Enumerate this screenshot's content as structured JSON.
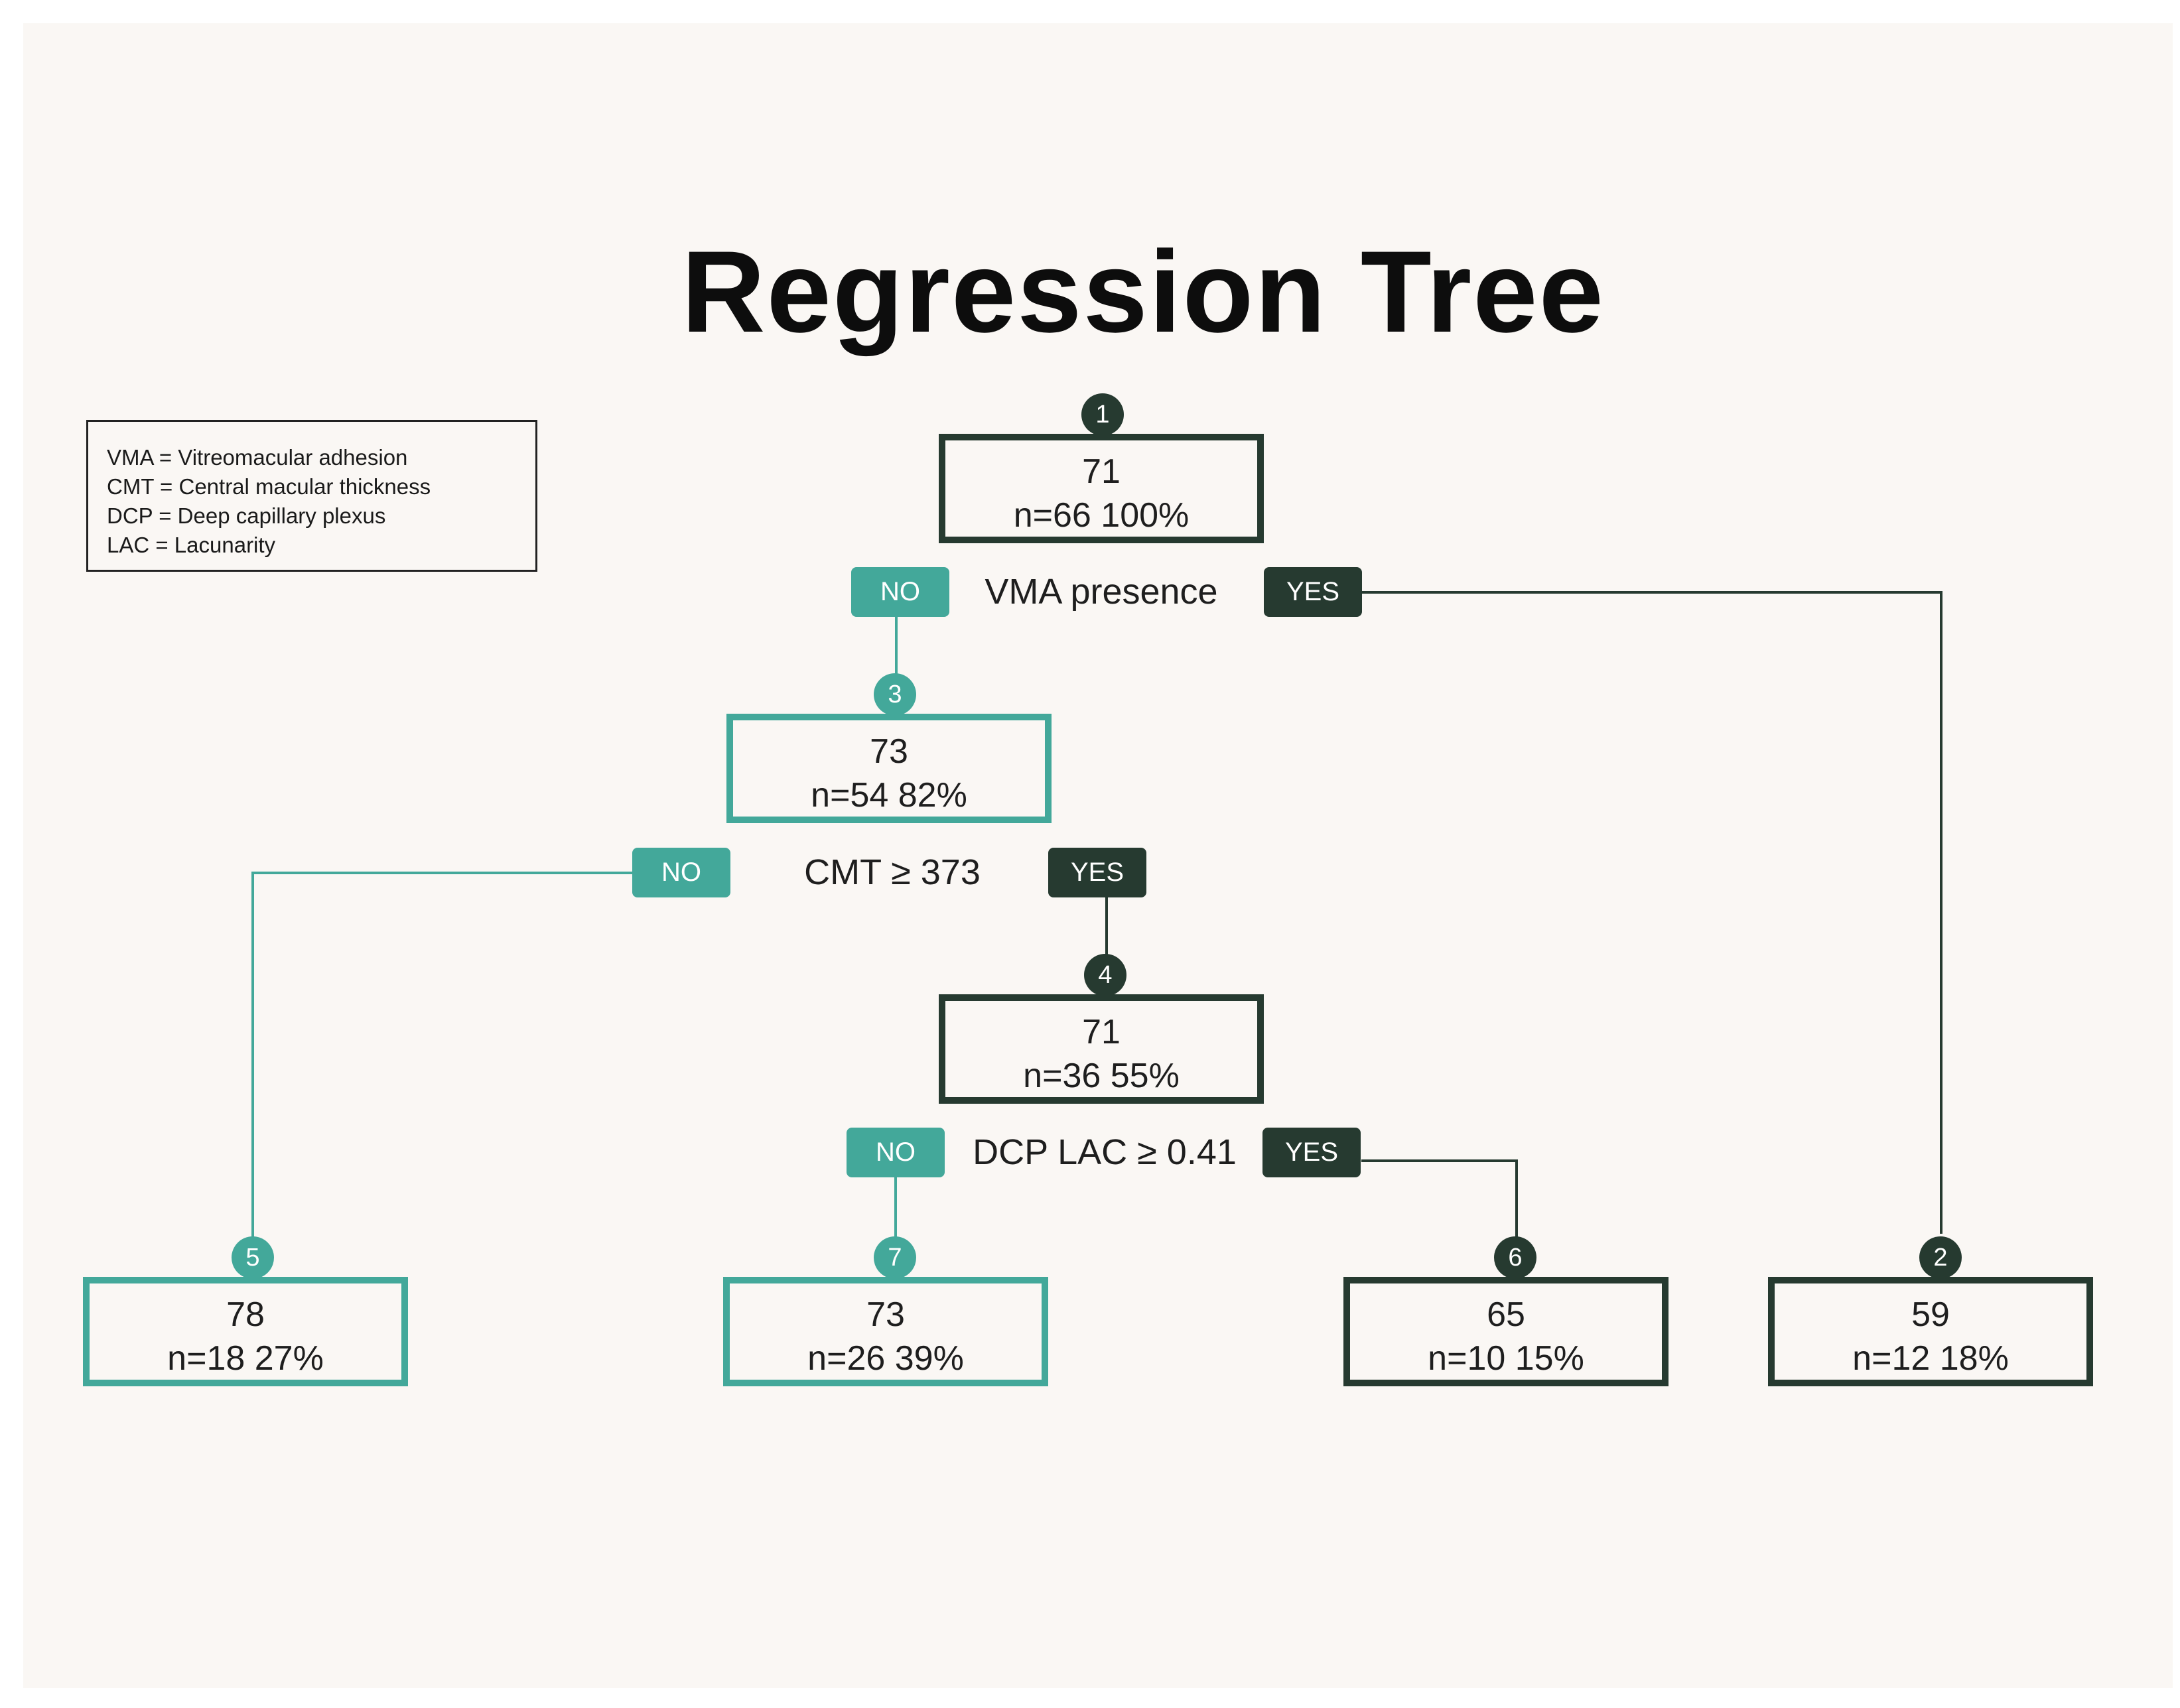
{
  "title": "Regression Tree",
  "legend": [
    "VMA = Vitreomacular adhesion",
    "CMT = Central macular thickness",
    "DCP = Deep capillary plexus",
    "LAC = Lacunarity"
  ],
  "colors": {
    "dark": "#263a30",
    "teal": "#43a89a",
    "background": "#faf7f4"
  },
  "nodes": [
    {
      "id": "1",
      "value": "71",
      "n_label": "n=66 100%",
      "style": "dark"
    },
    {
      "id": "3",
      "value": "73",
      "n_label": "n=54 82%",
      "style": "teal"
    },
    {
      "id": "4",
      "value": "71",
      "n_label": "n=36 55%",
      "style": "dark"
    },
    {
      "id": "5",
      "value": "78",
      "n_label": "n=18 27%",
      "style": "teal"
    },
    {
      "id": "7",
      "value": "73",
      "n_label": "n=26 39%",
      "style": "teal"
    },
    {
      "id": "6",
      "value": "65",
      "n_label": "n=10 15%",
      "style": "dark"
    },
    {
      "id": "2",
      "value": "59",
      "n_label": "n=12 18%",
      "style": "dark"
    }
  ],
  "splits": [
    {
      "node": "1",
      "label": "VMA presence",
      "no_label": "NO",
      "yes_label": "YES",
      "no_child": "3",
      "yes_child": "2"
    },
    {
      "node": "3",
      "label": "CMT ≥ 373",
      "no_label": "NO",
      "yes_label": "YES",
      "no_child": "5",
      "yes_child": "4"
    },
    {
      "node": "4",
      "label": "DCP LAC ≥ 0.41",
      "no_label": "NO",
      "yes_label": "YES",
      "no_child": "7",
      "yes_child": "6"
    }
  ]
}
